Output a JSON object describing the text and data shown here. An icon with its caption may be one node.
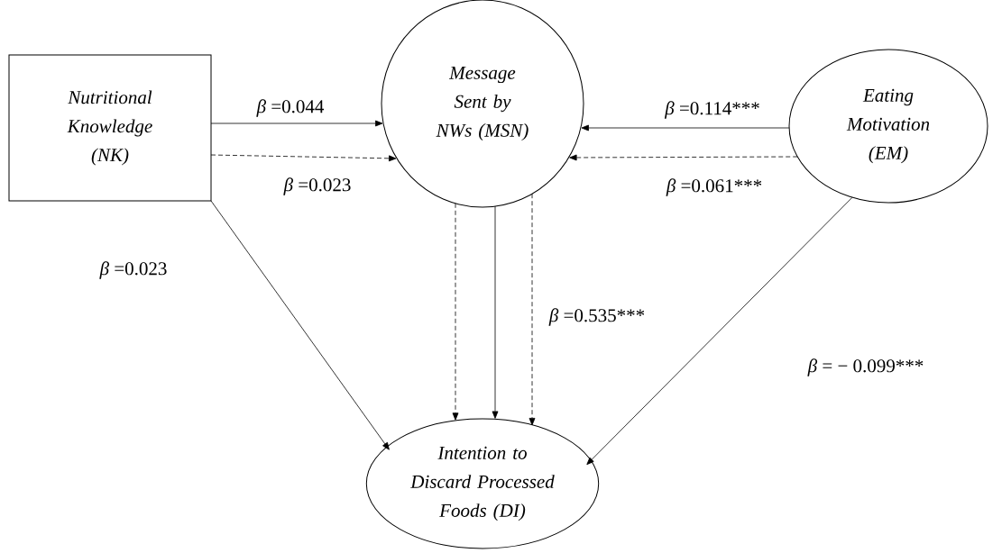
{
  "diagram": {
    "nodes": [
      {
        "text": [
          "Nutritional Knowledge (NK)"
        ]
      },
      {
        "text": [
          "Message Sent by NWs (MSN)"
        ]
      },
      {
        "text": [
          "Eating Motivation (EM)"
        ]
      },
      {
        "text": [
          "Intention to Discard Processed Foods (DI)"
        ]
      }
    ],
    "edges": [
      {
        "from": 0,
        "to": 1,
        "arrow": "to",
        "label": "*β* =0.044"
      },
      {
        "from": 0,
        "to": 1,
        "arrow": "to",
        "style": "dashed",
        "label": "*β* =0.023"
      },
      {
        "from": 2,
        "to": 1,
        "arrow": "to",
        "label": "*β* =0.114***"
      },
      {
        "from": 2,
        "to": 1,
        "arrow": "to",
        "style": "dashed",
        "label": "*β* =0.061***"
      },
      {
        "from": 1,
        "to": 3,
        "arrow": "to",
        "style": "dashed"
      },
      {
        "from": 1,
        "to": 3,
        "arrow": "to"
      },
      {
        "from": 1,
        "to": 3,
        "arrow": "to",
        "style": "dashed",
        "label": "*β* =0.535***"
      },
      {
        "from": 0,
        "to": 3,
        "arrow": "to",
        "label": "*β* =0.023"
      },
      {
        "from": 2,
        "to": 3,
        "arrow": "to",
        "label": "*β* = − 0.099***"
      }
    ]
  }
}
